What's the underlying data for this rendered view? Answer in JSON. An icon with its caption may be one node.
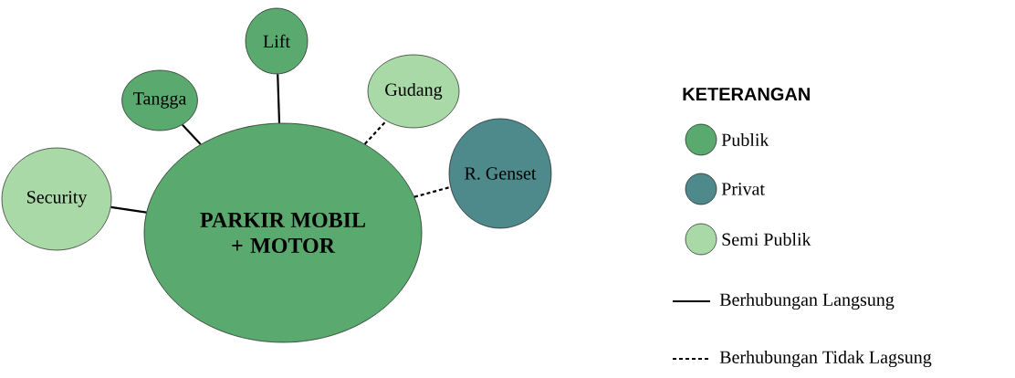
{
  "diagram": {
    "nodes": [
      {
        "text": [
          "Lift"
        ]
      },
      {
        "text": [
          "Tangga"
        ]
      },
      {
        "text": [
          "Gudang"
        ]
      },
      {
        "text": [
          "R. Genset"
        ]
      },
      {
        "text": [
          "Security"
        ]
      },
      {
        "text": [
          "PARKIR MOBIL + MOTOR"
        ]
      }
    ],
    "edges": [
      {
        "from": 5,
        "to": 0,
        "arrow": "none"
      },
      {
        "from": 5,
        "to": 1,
        "arrow": "none"
      },
      {
        "from": 5,
        "to": 2,
        "arrow": "none",
        "style": "dashed"
      },
      {
        "from": 5,
        "to": 3,
        "arrow": "none",
        "style": "dashed"
      },
      {
        "from": 5,
        "to": 4,
        "arrow": "none"
      }
    ],
    "labels": [
      "KETERANGAN"
    ],
    "legend": [
      {
        "text": "Publik",
        "color": "#5aa96e"
      },
      {
        "text": "Privat",
        "color": "#4e8a8c"
      },
      {
        "text": "Semi Publik",
        "color": "#a9d9a6"
      },
      {
        "text": "Berhubungan Langsung"
      },
      {
        "text": "Berhubungan Tidak Lagsung"
      }
    ]
  }
}
